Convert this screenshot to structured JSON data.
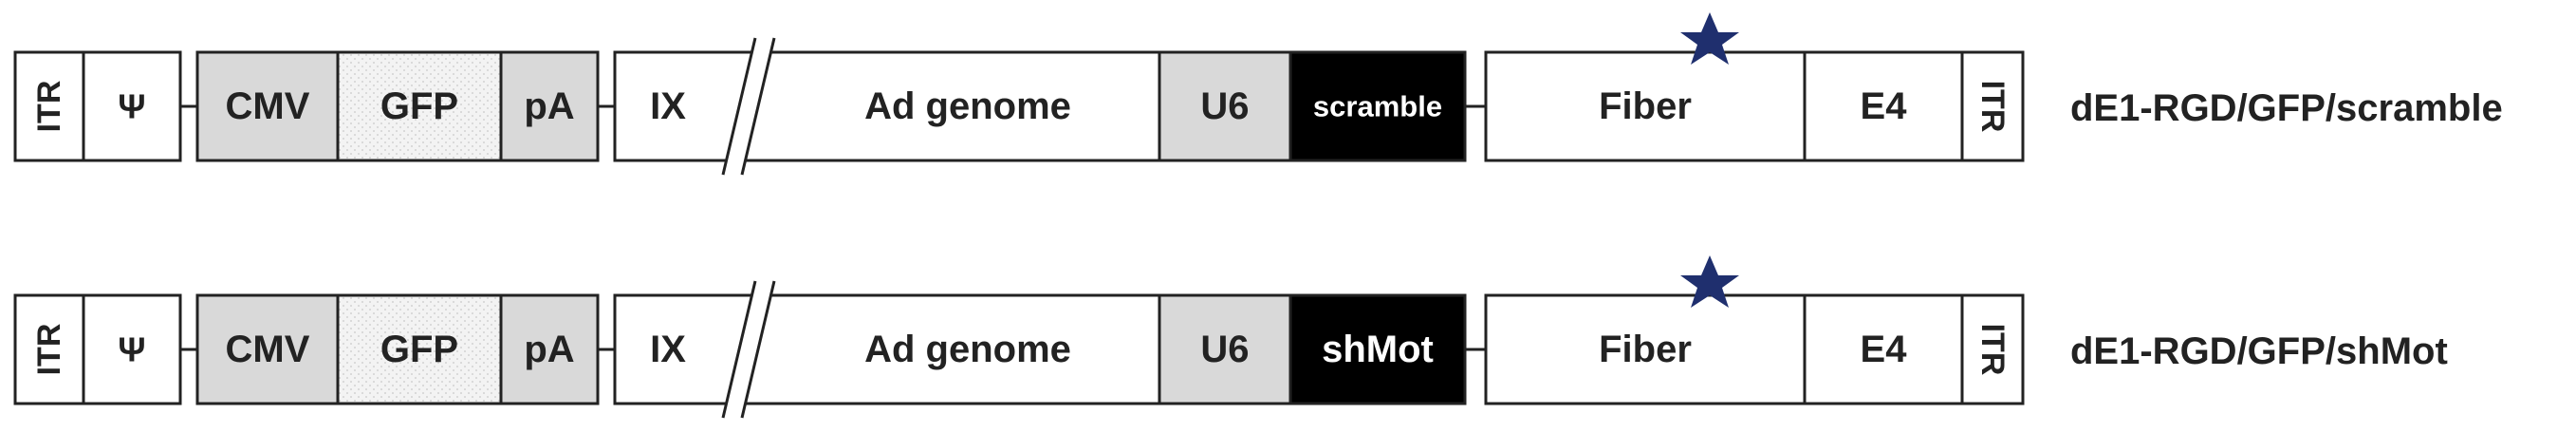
{
  "constructs": [
    {
      "name": "dE1-RGD/GFP/scramble",
      "segments": {
        "itr_left": "ITR",
        "psi": "Ψ",
        "cmv": "CMV",
        "gfp": "GFP",
        "pa": "pA",
        "ix": "IX",
        "ad_genome": "Ad genome",
        "u6": "U6",
        "insert": "scramble",
        "fiber": "Fiber",
        "e4": "E4",
        "itr_right": "ITR"
      }
    },
    {
      "name": "dE1-RGD/GFP/shMot",
      "segments": {
        "itr_left": "ITR",
        "psi": "Ψ",
        "cmv": "CMV",
        "gfp": "GFP",
        "pa": "pA",
        "ix": "IX",
        "ad_genome": "Ad genome",
        "u6": "U6",
        "insert": "shMot",
        "fiber": "Fiber",
        "e4": "E4",
        "itr_right": "ITR"
      }
    }
  ],
  "colors": {
    "outline": "#222222",
    "promoter_fill": "#d9d9d9",
    "gfp_fill": "#f3f3f3",
    "insert_fill": "#000000",
    "insert_text": "#ffffff",
    "star": "#1f2f6e"
  }
}
